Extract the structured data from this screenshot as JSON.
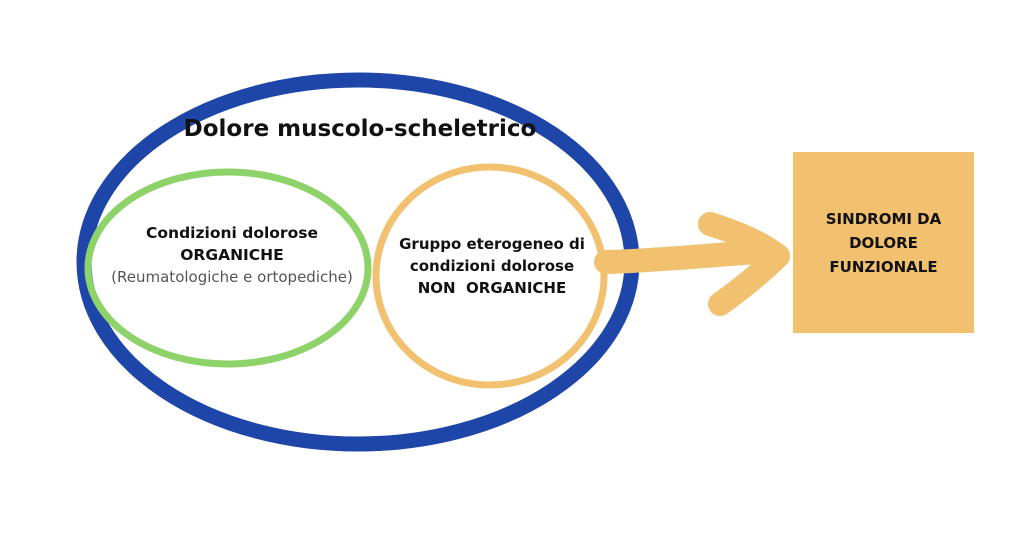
{
  "diagram": {
    "title": "Dolore muscolo-scheletrico",
    "organic": {
      "line1": "Condizioni dolorose",
      "line2": "ORGANICHE",
      "line3": "(Reumatologiche e ortopediche)"
    },
    "non_organic": {
      "line1": "Gruppo eterogeneo di",
      "line2": "condizioni dolorose",
      "line3": "NON  ORGANICHE"
    },
    "result": {
      "line1": "SINDROMI DA",
      "line2": "DOLORE",
      "line3": "FUNZIONALE"
    }
  },
  "colors": {
    "outer_ellipse": "#1e46a8",
    "organic_circle": "#8ed36a",
    "non_organic_circle": "#f2c170",
    "arrow": "#f2c170",
    "result_box": "#f2c170"
  }
}
